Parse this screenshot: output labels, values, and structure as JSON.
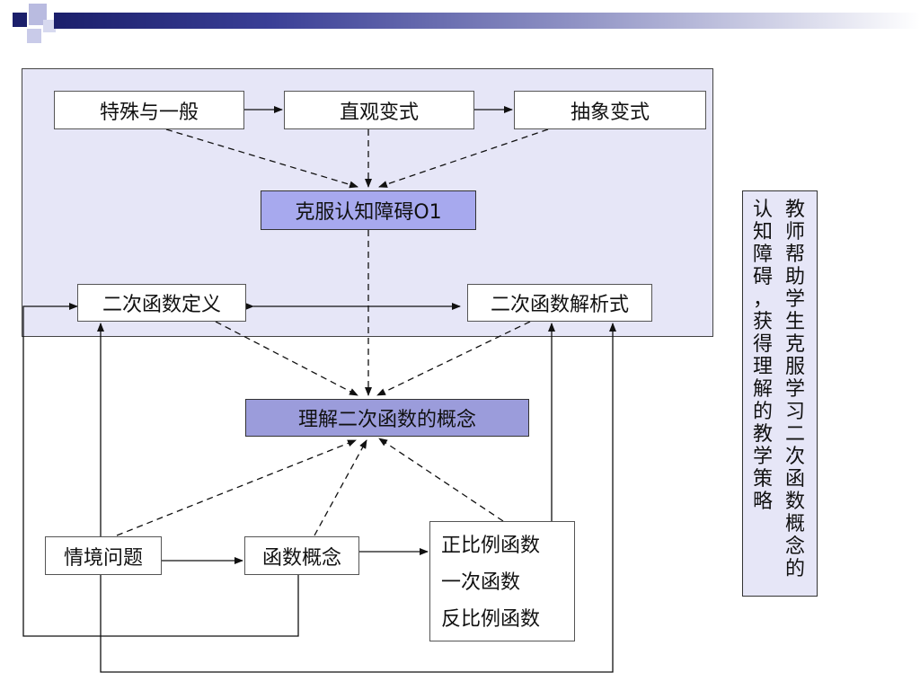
{
  "boxes": {
    "special_general": "特殊与一般",
    "intuitive_variation": "直观变式",
    "abstract_variation": "抽象变式",
    "overcome_obstacle": "克服认知障碍O1",
    "quadratic_definition": "二次函数定义",
    "quadratic_expression": "二次函数解析式",
    "understand_concept": "理解二次函数的概念",
    "situation_problem": "情境问题",
    "function_concept": "函数概念",
    "related_functions": [
      "正比例函数",
      "一次函数",
      "反比例函数"
    ]
  },
  "side_note": {
    "column1": "教师帮助学生克服学习二次函数概念的",
    "column2": "认知障碍，获得理解的教学策略"
  },
  "colors": {
    "panel_bg": "#e6e6f7",
    "core_box": "#a7a9ee",
    "goal_box": "#9b9cdb",
    "line": "#111111"
  }
}
